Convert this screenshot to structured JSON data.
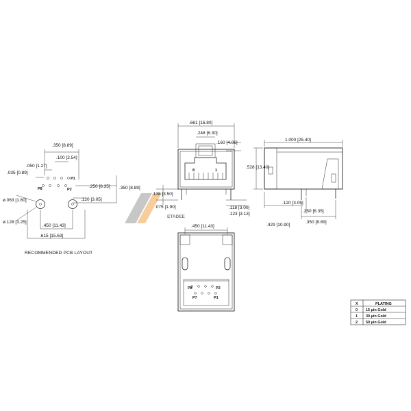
{
  "pcb_layout": {
    "title": "RECOMMENDED PCB LAYOUT",
    "dims": {
      "d350": ".350 [8.89]",
      "d100": ".100 [2.54]",
      "d050": ".050 [1.27]",
      "d035": ".035 [0.89]",
      "d250": ".250 [6.35]",
      "d350r": ".350 [8.89]",
      "d120": ".120 [3.05]",
      "dhole063": "ø.063 [1.60]",
      "dhole128": "ø.128 [3.25]",
      "d450": ".450 [11.43]",
      "d615": ".615 [15.63]"
    },
    "pins": {
      "p1": "P1",
      "p2": "P2",
      "p8": "P8"
    }
  },
  "front_view": {
    "dims": {
      "d661": ".661 [16.80]",
      "d248": ".248 [6.30]",
      "d160": ".160 [4.06]",
      "d138": ".138 [3.50]",
      "d075": ".075 [1.90]",
      "d118": ".118 [3.00]",
      "d123": ".123 [3.13]"
    },
    "pins": {
      "p8": "8",
      "p1": "1"
    }
  },
  "side_view": {
    "dims": {
      "d1000": "1.000 [25.40]",
      "d528": ".528 [13.40]",
      "d120": ".120 [3.05]",
      "d250": ".250 [6.35]",
      "d429": ".429 [10.90]",
      "d350": ".350 [8.89]"
    }
  },
  "bottom_view": {
    "dims": {
      "d450": ".450 [11.43]"
    },
    "pins": {
      "p8": "P8",
      "p2": "P2",
      "p7": "P7",
      "p1": "P1"
    }
  },
  "plating_table": {
    "headers": [
      "X",
      "PLATING"
    ],
    "rows": [
      [
        "0",
        "15 µin Gold"
      ],
      [
        "1",
        "30 µin Gold"
      ],
      [
        "2",
        "50 µin Gold"
      ]
    ]
  },
  "watermark": {
    "text": "ETADEE"
  },
  "colors": {
    "line": "#222222",
    "watermark": "#f2a64a",
    "watermark_dark": "#9a9a9a"
  }
}
